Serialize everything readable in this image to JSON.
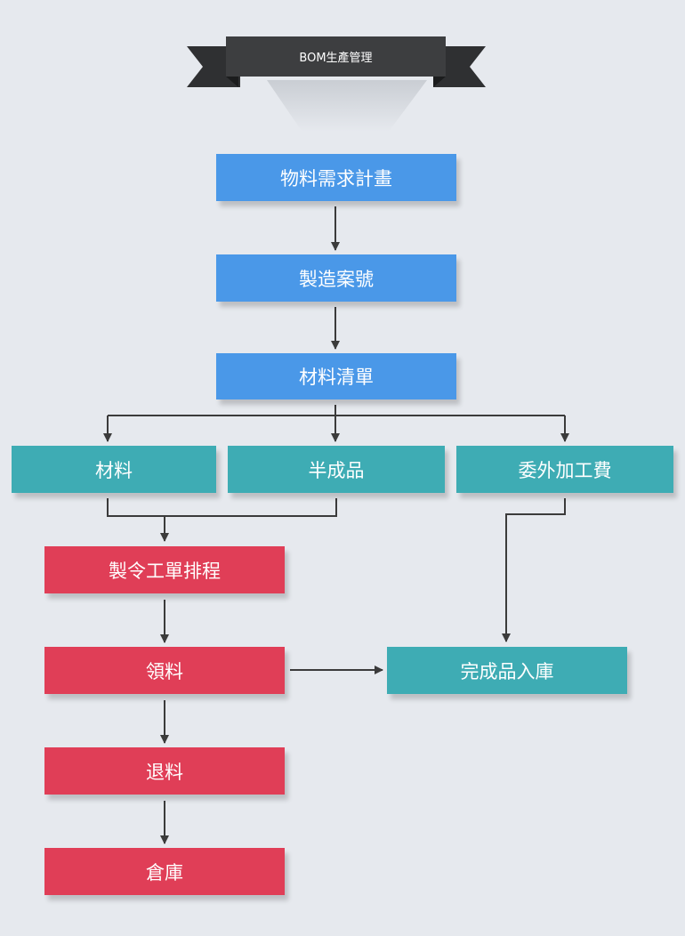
{
  "header": {
    "title": "BOM生產管理"
  },
  "nodes": {
    "mrp": "物料需求計畫",
    "case_no": "製造案號",
    "bom_list": "材料清單",
    "material": "材料",
    "semi_finished": "半成品",
    "outsourcing_fee": "委外加工費",
    "work_order_scheduling": "製令工單排程",
    "pick_material": "領料",
    "return_material": "退料",
    "warehouse": "倉庫",
    "finished_goods_in": "完成品入庫"
  },
  "colors": {
    "background": "#e6e9ee",
    "ribbon": "#3d3e40",
    "blue": "#4a98e8",
    "teal": "#3eacb4",
    "red": "#e03e57",
    "connector": "#3b3b3b"
  }
}
